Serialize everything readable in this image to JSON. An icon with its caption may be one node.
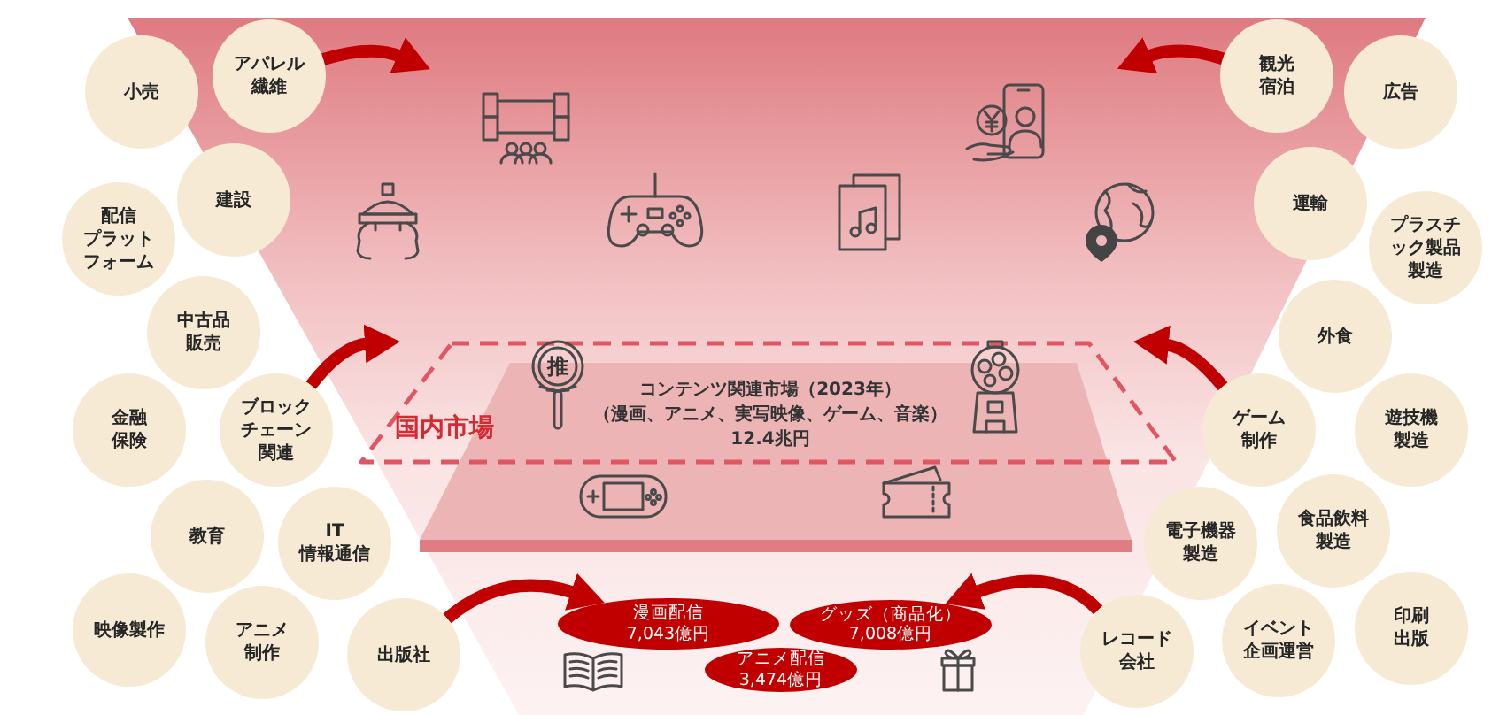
{
  "diagram": {
    "nodes": [
      {
        "text": [
          "小売"
        ]
      },
      {
        "text": [
          "アパレル繊維"
        ]
      },
      {
        "text": [
          "建設"
        ]
      },
      {
        "text": [
          "配信プラットフォーム"
        ]
      },
      {
        "text": [
          "中古品販売"
        ]
      },
      {
        "text": [
          "金融保険"
        ]
      },
      {
        "text": [
          "ブロックチェーン関連"
        ]
      },
      {
        "text": [
          "教育"
        ]
      },
      {
        "text": [
          "IT情報通信"
        ]
      },
      {
        "text": [
          "映像製作"
        ]
      },
      {
        "text": [
          "アニメ制作"
        ]
      },
      {
        "text": [
          "出版社"
        ]
      },
      {
        "text": [
          "国内市場",
          "コンテンツ関連市場（2023年）",
          "（漫画、アニメ、実写映像、ゲーム、音楽）",
          "12.4兆円"
        ]
      },
      {
        "text": [
          "漫画配信",
          "7,043億円"
        ]
      },
      {
        "text": [
          "グッズ（商品化）",
          "7,008億円"
        ]
      },
      {
        "text": [
          "アニメ配信",
          "3,474億円"
        ]
      },
      {
        "text": [
          "観光宿泊"
        ]
      },
      {
        "text": [
          "広告"
        ]
      },
      {
        "text": [
          "運輸"
        ]
      },
      {
        "text": [
          "プラスチック製品製造"
        ]
      },
      {
        "text": [
          "外食"
        ]
      },
      {
        "text": [
          "ゲーム制作"
        ]
      },
      {
        "text": [
          "遊技機製造"
        ]
      },
      {
        "text": [
          "電子機器製造"
        ]
      },
      {
        "text": [
          "食品飲料製造"
        ]
      },
      {
        "text": [
          "レコード会社"
        ]
      },
      {
        "text": [
          "イベント企画運営"
        ]
      },
      {
        "text": [
          "印刷出版"
        ]
      }
    ],
    "edges": [
      {
        "from": 1,
        "to": null,
        "arrow": "to"
      },
      {
        "from": 6,
        "to": 12,
        "arrow": "to"
      },
      {
        "from": 11,
        "to": 13,
        "arrow": "to"
      },
      {
        "from": 16,
        "to": null,
        "arrow": "to"
      },
      {
        "from": 21,
        "to": 12,
        "arrow": "to"
      },
      {
        "from": 25,
        "to": 14,
        "arrow": "to"
      }
    ],
    "labels": [
      "推"
    ]
  }
}
